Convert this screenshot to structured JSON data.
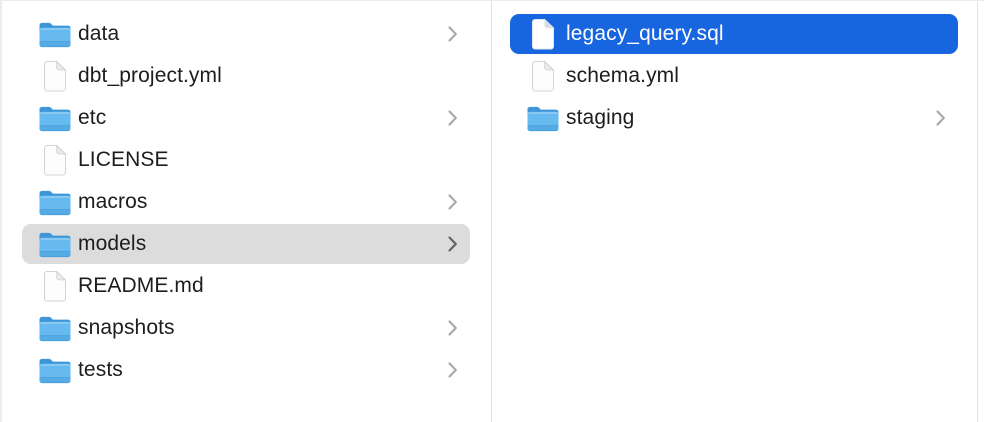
{
  "window": {
    "type": "finder-column-view"
  },
  "colors": {
    "selection_active": "#1766e0",
    "selection_inactive": "#dcdcdc",
    "folder_tab": "#3e96d9",
    "folder_body": "#67baef",
    "text": "#1d1d1f",
    "text_selected": "#ffffff"
  },
  "columns": [
    {
      "id": "parent-directory",
      "items": [
        {
          "label": "data",
          "kind": "folder",
          "chevron": true,
          "selected": null
        },
        {
          "label": "dbt_project.yml",
          "kind": "file",
          "chevron": false,
          "selected": null
        },
        {
          "label": "etc",
          "kind": "folder",
          "chevron": true,
          "selected": null
        },
        {
          "label": "LICENSE",
          "kind": "file",
          "chevron": false,
          "selected": null
        },
        {
          "label": "macros",
          "kind": "folder",
          "chevron": true,
          "selected": null
        },
        {
          "label": "models",
          "kind": "folder",
          "chevron": true,
          "selected": "inactive"
        },
        {
          "label": "README.md",
          "kind": "file",
          "chevron": false,
          "selected": null
        },
        {
          "label": "snapshots",
          "kind": "folder",
          "chevron": true,
          "selected": null
        },
        {
          "label": "tests",
          "kind": "folder",
          "chevron": true,
          "selected": null
        }
      ]
    },
    {
      "id": "models-directory",
      "items": [
        {
          "label": "legacy_query.sql",
          "kind": "file",
          "chevron": false,
          "selected": "active"
        },
        {
          "label": "schema.yml",
          "kind": "file",
          "chevron": false,
          "selected": null
        },
        {
          "label": "staging",
          "kind": "folder",
          "chevron": true,
          "selected": null
        }
      ]
    }
  ]
}
